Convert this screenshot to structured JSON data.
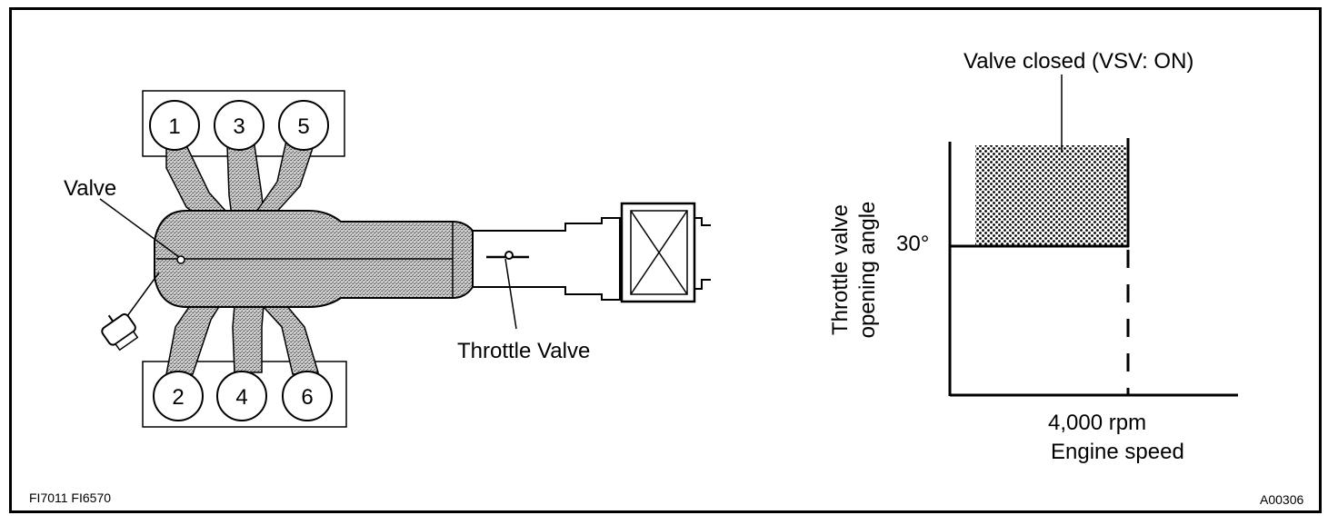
{
  "engine_diagram": {
    "cylinders_top": [
      "1",
      "3",
      "5"
    ],
    "cylinders_bottom": [
      "2",
      "4",
      "6"
    ],
    "valve_label": "Valve",
    "throttle_label": "Throttle Valve"
  },
  "graph": {
    "top_label": "Valve closed (VSV: ON)",
    "y_axis_label_line1": "Throttle valve",
    "y_axis_label_line2": "opening angle",
    "y_tick": "30°",
    "x_tick": "4,000 rpm",
    "x_axis_label": "Engine speed"
  },
  "footer": {
    "left_code": "FI7011  FI6570",
    "right_code": "A00306"
  },
  "colors": {
    "ink": "#000000",
    "stipple": "#8a8a8a"
  }
}
